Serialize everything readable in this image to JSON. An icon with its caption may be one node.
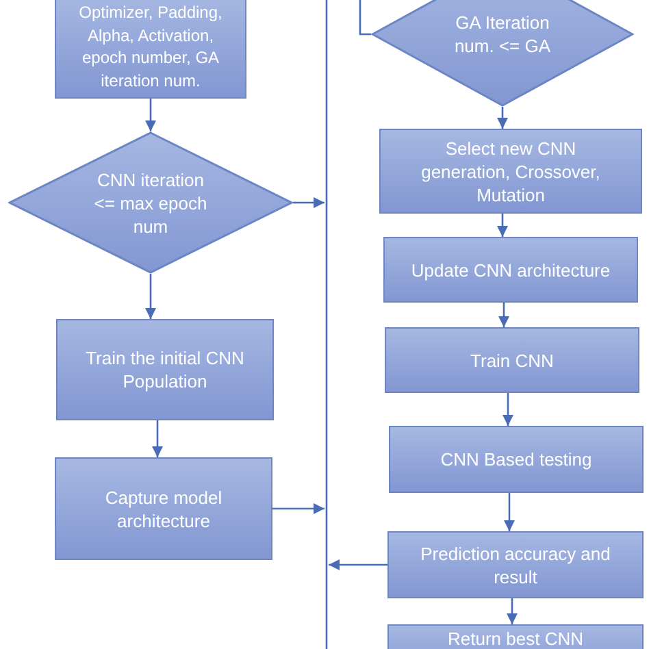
{
  "diagram": {
    "nodes": [
      {
        "text": [
          "Optimizer, Padding, Alpha, Activation, epoch number, GA iteration num."
        ]
      },
      {
        "text": [
          "CNN iteration <= max epoch num"
        ]
      },
      {
        "text": [
          "Train the initial CNN Population"
        ]
      },
      {
        "text": [
          "Capture model architecture"
        ]
      },
      {
        "text": [
          "GA Iteration num. <= GA"
        ]
      },
      {
        "text": [
          "Select new CNN generation, Crossover, Mutation"
        ]
      },
      {
        "text": [
          "Update CNN architecture"
        ]
      },
      {
        "text": [
          "Train CNN"
        ]
      },
      {
        "text": [
          "CNN Based testing"
        ]
      },
      {
        "text": [
          "Prediction accuracy and result"
        ]
      },
      {
        "text": [
          "Return best CNN"
        ]
      }
    ],
    "edges": [
      {
        "from": 0,
        "to": 1,
        "arrow": "to"
      },
      {
        "from": 1,
        "to": null,
        "arrow": "to"
      },
      {
        "from": 1,
        "to": 2,
        "arrow": "to"
      },
      {
        "from": 2,
        "to": 3,
        "arrow": "to"
      },
      {
        "from": 3,
        "to": null,
        "arrow": "to"
      },
      {
        "from": null,
        "to": 4,
        "arrow": "none"
      },
      {
        "from": 4,
        "to": 5,
        "arrow": "to"
      },
      {
        "from": 5,
        "to": 6,
        "arrow": "to"
      },
      {
        "from": 6,
        "to": 7,
        "arrow": "to"
      },
      {
        "from": 7,
        "to": 8,
        "arrow": "to"
      },
      {
        "from": 8,
        "to": 9,
        "arrow": "to"
      },
      {
        "from": 9,
        "to": null,
        "arrow": "to"
      },
      {
        "from": 9,
        "to": 10,
        "arrow": "to"
      }
    ]
  }
}
